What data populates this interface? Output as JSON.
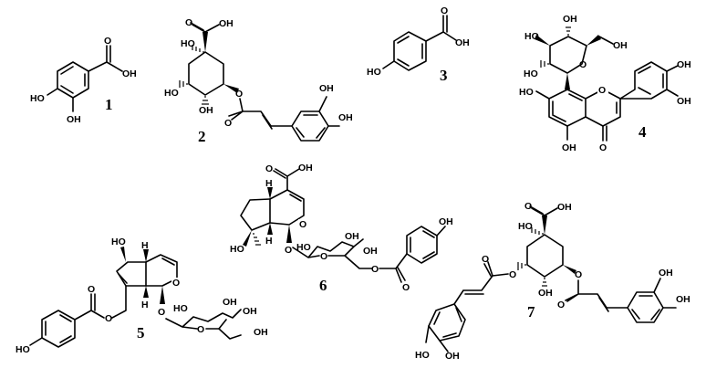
{
  "figure": {
    "description": "Chemical structures of compounds 1-7",
    "compounds": [
      {
        "id": "1",
        "label": "1",
        "atoms": [
          "O",
          "OH",
          "HO",
          "OH"
        ]
      },
      {
        "id": "2",
        "label": "2",
        "atoms": [
          "O",
          "OH",
          "HO",
          "HO",
          "OH",
          "O",
          "O",
          "OH",
          "OH"
        ]
      },
      {
        "id": "3",
        "label": "3",
        "atoms": [
          "O",
          "OH",
          "HO"
        ]
      },
      {
        "id": "4",
        "label": "4",
        "atoms": [
          "OH",
          "HO",
          "OH",
          "O",
          "HO",
          "HO",
          "O",
          "OH",
          "OH",
          "OH",
          "O"
        ]
      },
      {
        "id": "5",
        "label": "5",
        "atoms": [
          "HO",
          "H",
          "O",
          "H",
          "O",
          "O",
          "O",
          "HO",
          "HO",
          "OH",
          "OH",
          "O",
          "OH",
          "HO"
        ]
      },
      {
        "id": "6",
        "label": "6",
        "atoms": [
          "O",
          "OH",
          "H",
          "O",
          "H",
          "HO",
          "O",
          "HO",
          "OH",
          "OH",
          "O",
          "O",
          "O",
          "OH"
        ]
      },
      {
        "id": "7",
        "label": "7",
        "atoms": [
          "O",
          "OH",
          "HO",
          "O",
          "O",
          "OH",
          "O",
          "O",
          "OH",
          "OH",
          "HO",
          "OH"
        ]
      }
    ]
  },
  "labels": {
    "c1": "1",
    "c2": "2",
    "c3": "3",
    "c4": "4",
    "c5": "5",
    "c6": "6",
    "c7": "7"
  },
  "atoms": {
    "O": "O",
    "OH": "OH",
    "HO": "HO",
    "H": "H"
  }
}
